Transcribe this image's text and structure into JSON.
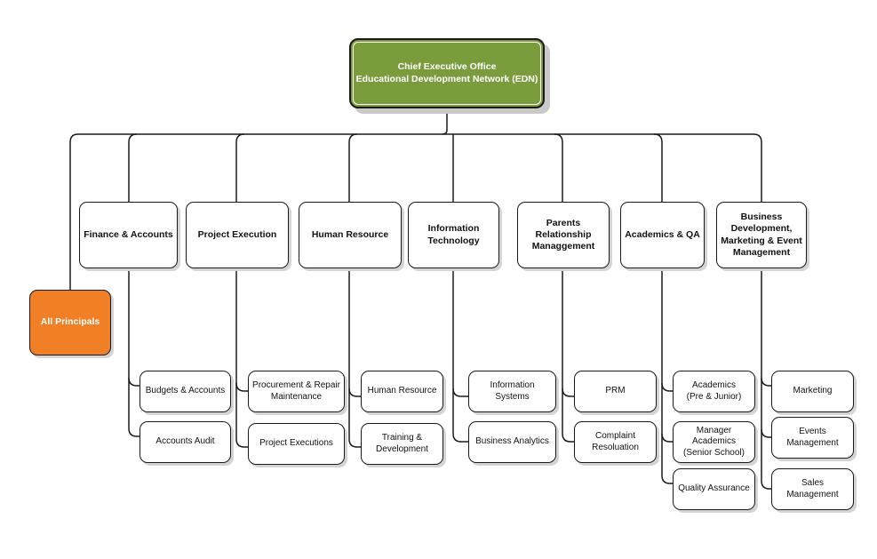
{
  "ceo": {
    "line1": "Chief Executive Office",
    "line2": "Educational Development Network (EDN)",
    "color": "#7b9c3c"
  },
  "principals": {
    "label": "All Principals",
    "color": "#f07f25"
  },
  "departments": [
    {
      "label": "Finance & Accounts",
      "children": [
        "Budgets & Accounts",
        "Accounts Audit"
      ]
    },
    {
      "label": "Project Execution",
      "children": [
        "Procurement & Repair\nMaintenance",
        "Project Executions"
      ]
    },
    {
      "label": "Human Resource",
      "children": [
        "Human Resource",
        "Training &\nDevelopment"
      ]
    },
    {
      "label": "Information\nTechnology",
      "children": [
        "Information Systems",
        "Business Analytics"
      ]
    },
    {
      "label": "Parents\nRelationship\nManaggement",
      "children": [
        "PRM",
        "Complaint\nResoluation"
      ]
    },
    {
      "label": "Academics & QA",
      "children": [
        "Academics\n(Pre & Junior)",
        "Manager\nAcademics\n(Senior School)",
        "Quality Assurance"
      ]
    },
    {
      "label": "Business\nDevelopment,\nMarketing & Event\nManagement",
      "children": [
        "Marketing",
        "Events\nManagement",
        "Sales\nManagement"
      ]
    }
  ]
}
